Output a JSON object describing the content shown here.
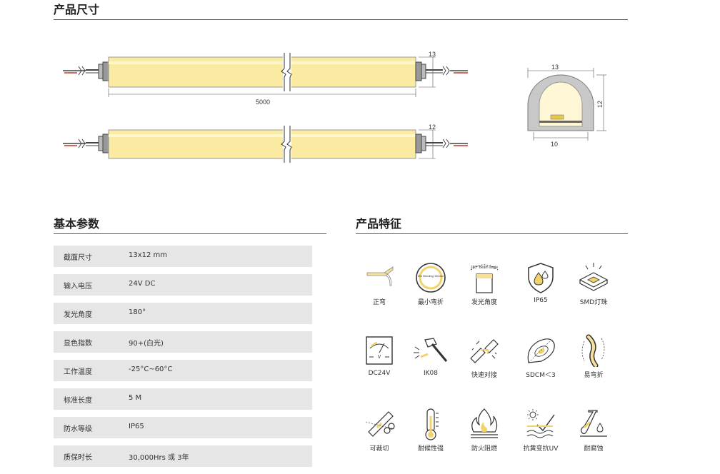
{
  "dimensions_section": {
    "title": "产品尺寸",
    "length_label": "5000",
    "top_height_label": "13",
    "bottom_height_label": "12",
    "cross_section": {
      "width_top": "13",
      "height": "12",
      "width_bottom": "10"
    }
  },
  "params_section": {
    "title": "基本参数",
    "rows": [
      {
        "key": "截面尺寸",
        "value": "13x12 mm"
      },
      {
        "key": "输入电压",
        "value": "24V DC"
      },
      {
        "key": "发光角度",
        "value": "180°"
      },
      {
        "key": "显色指数",
        "value": "90+(白光)"
      },
      {
        "key": "工作温度",
        "value": "-25°C~60°C"
      },
      {
        "key": "标准长度",
        "value": "5 M"
      },
      {
        "key": "防水等级",
        "value": "IP65"
      },
      {
        "key": "质保时长",
        "value": "30,000Hrs 或 3年"
      }
    ]
  },
  "features_section": {
    "title": "产品特征",
    "items": [
      {
        "label": "正弯",
        "icon": "bend-icon"
      },
      {
        "label": "最小弯折",
        "icon": "min-bend-icon",
        "inner_text": "Min Bending 150mm"
      },
      {
        "label": "发光角度",
        "icon": "beam-angle-icon",
        "inner_text": "180° Beam angle"
      },
      {
        "label": "IP65",
        "icon": "waterproof-shield-icon"
      },
      {
        "label": "SMD灯珠",
        "icon": "smd-chip-icon"
      },
      {
        "label": "DC24V",
        "icon": "voltmeter-icon"
      },
      {
        "label": "IK08",
        "icon": "hammer-icon"
      },
      {
        "label": "快速对接",
        "icon": "quick-connect-icon"
      },
      {
        "label": "SDCM＜3",
        "icon": "color-consistency-icon"
      },
      {
        "label": "易弯折",
        "icon": "flexible-icon"
      },
      {
        "label": "可裁切",
        "icon": "cuttable-icon"
      },
      {
        "label": "耐候性强",
        "icon": "thermometer-icon"
      },
      {
        "label": "防火阻燃",
        "icon": "flame-retardant-icon"
      },
      {
        "label": "抗黄变抗UV",
        "icon": "anti-uv-icon"
      },
      {
        "label": "耐腐蚀",
        "icon": "corrosion-resistant-icon"
      }
    ]
  },
  "colors": {
    "strip_fill": "#fbeaa2",
    "row_bg": "#e6e6e6",
    "line": "#555555"
  }
}
